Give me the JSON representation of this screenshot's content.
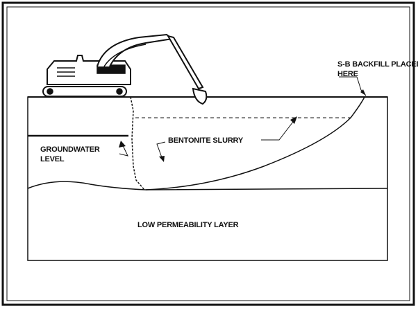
{
  "labels": {
    "backfill_line1": "S-B BACKFILL PLACED",
    "backfill_line2": "HERE",
    "slurry": "BENTONITE SLURRY",
    "groundwater_line1": "GROUNDWATER",
    "groundwater_line2": "LEVEL",
    "low_permeability": "LOW PERMEABILITY LAYER"
  },
  "colors": {
    "ink": "#111111",
    "background": "#ffffff"
  },
  "icons": {
    "excavator": "excavator-icon"
  }
}
